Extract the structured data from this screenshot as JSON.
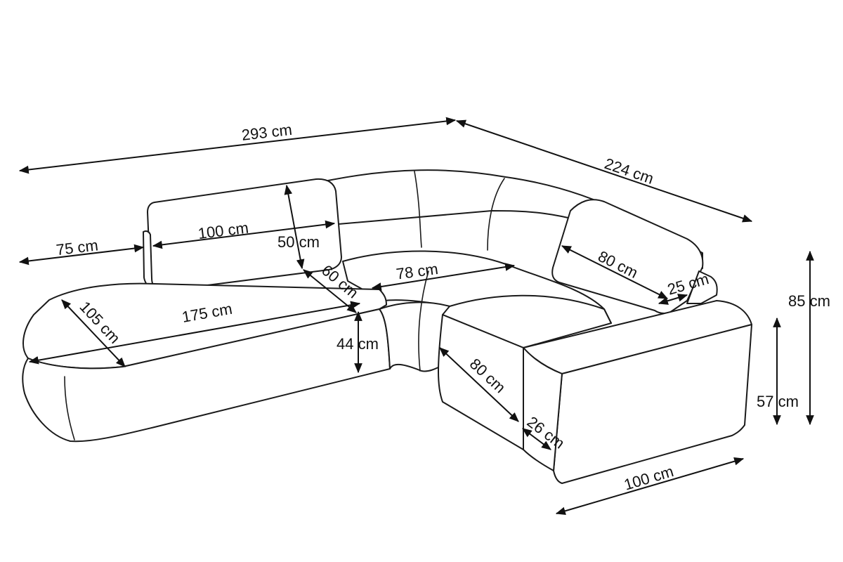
{
  "diagram": {
    "dimensions": [
      {
        "id": "overall-width",
        "label": "293 cm"
      },
      {
        "id": "overall-depth",
        "label": "224 cm"
      },
      {
        "id": "armrest-75",
        "label": "75 cm"
      },
      {
        "id": "cushion-width-100",
        "label": "100 cm"
      },
      {
        "id": "cushion-height-50",
        "label": "50 cm"
      },
      {
        "id": "seat-depth-60",
        "label": "60 cm"
      },
      {
        "id": "corner-78",
        "label": "78 cm"
      },
      {
        "id": "cushion-80",
        "label": "80 cm"
      },
      {
        "id": "cushion-thickness-25",
        "label": "25 cm"
      },
      {
        "id": "total-height-85",
        "label": "85 cm"
      },
      {
        "id": "chaise-105",
        "label": "105 cm"
      },
      {
        "id": "seat-length-175",
        "label": "175 cm"
      },
      {
        "id": "seat-height-44",
        "label": "44 cm"
      },
      {
        "id": "seat-80",
        "label": "80 cm"
      },
      {
        "id": "arm-height-57",
        "label": "57 cm"
      },
      {
        "id": "arm-width-26",
        "label": "26 cm"
      },
      {
        "id": "arm-length-100",
        "label": "100 cm"
      }
    ]
  }
}
